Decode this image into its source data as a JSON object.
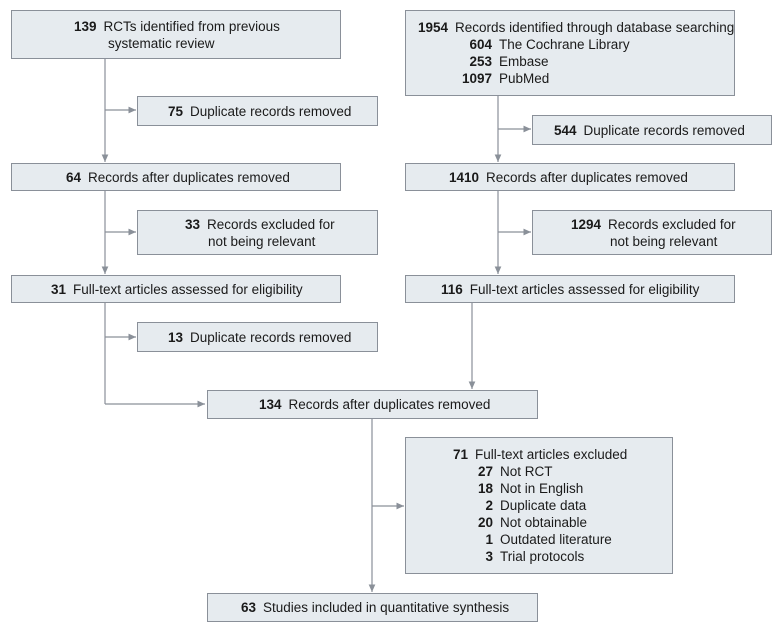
{
  "left": {
    "identified": {
      "count": "139",
      "text": "RCTs identified from previous",
      "text2": "systematic review"
    },
    "dup_removed": {
      "count": "75",
      "text": "Duplicate records removed"
    },
    "after_dup": {
      "count": "64",
      "text": "Records after duplicates removed"
    },
    "excluded": {
      "count": "33",
      "text": "Records excluded for",
      "text2": "not being relevant"
    },
    "assessed": {
      "count": "31",
      "text": "Full-text articles assessed for eligibility"
    },
    "dup_removed2": {
      "count": "13",
      "text": "Duplicate records removed"
    }
  },
  "right": {
    "identified": {
      "count": "1954",
      "text": "Records identified through database searching",
      "sources": [
        {
          "count": "604",
          "text": "The Cochrane Library"
        },
        {
          "count": "253",
          "text": "Embase"
        },
        {
          "count": "1097",
          "text": "PubMed"
        }
      ]
    },
    "dup_removed": {
      "count": "544",
      "text": "Duplicate records removed"
    },
    "after_dup": {
      "count": "1410",
      "text": "Records after duplicates removed"
    },
    "excluded": {
      "count": "1294",
      "text": "Records excluded for",
      "text2": "not being relevant"
    },
    "assessed": {
      "count": "116",
      "text": "Full-text articles assessed for eligibility"
    }
  },
  "merged": {
    "after_dup": {
      "count": "134",
      "text": "Records after duplicates removed"
    },
    "excluded": {
      "count": "71",
      "text": "Full-text articles excluded",
      "reasons": [
        {
          "count": "27",
          "text": "Not RCT"
        },
        {
          "count": "18",
          "text": "Not in English"
        },
        {
          "count": "2",
          "text": "Duplicate data"
        },
        {
          "count": "20",
          "text": "Not obtainable"
        },
        {
          "count": "1",
          "text": "Outdated literature"
        },
        {
          "count": "3",
          "text": "Trial protocols"
        }
      ]
    },
    "included": {
      "count": "63",
      "text": "Studies included in quantitative synthesis"
    }
  },
  "colors": {
    "box_fill": "#e6ebef",
    "box_border": "#8a9099",
    "line": "#8a9099"
  }
}
